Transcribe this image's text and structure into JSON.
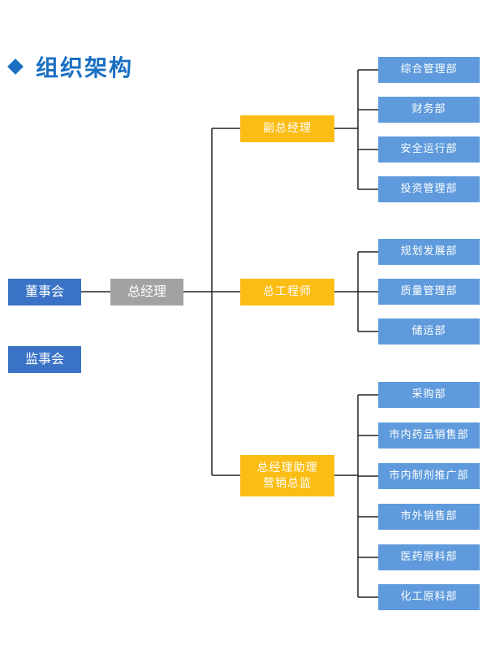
{
  "title": "组织架构",
  "left_nodes": {
    "board": "董事会",
    "supervisors": "监事会",
    "gm": "总经理"
  },
  "managers": [
    {
      "label": "副总经理",
      "departments": [
        "综合管理部",
        "财务部",
        "安全运行部",
        "投资管理部"
      ]
    },
    {
      "label": "总工程师",
      "departments": [
        "规划发展部",
        "质量管理部",
        "储运部"
      ]
    },
    {
      "label": "总经理助理\n营销总监",
      "departments": [
        "采购部",
        "市内药品销售部",
        "市内制剂推广部",
        "市外销售部",
        "医药原料部",
        "化工原料部"
      ]
    }
  ],
  "colors": {
    "title": "#1a6fc2",
    "board": "#3a73c6",
    "gm": "#a2a2a2",
    "manager": "#fbbd14",
    "department": "#5f9bdc",
    "connector": "#222222"
  }
}
